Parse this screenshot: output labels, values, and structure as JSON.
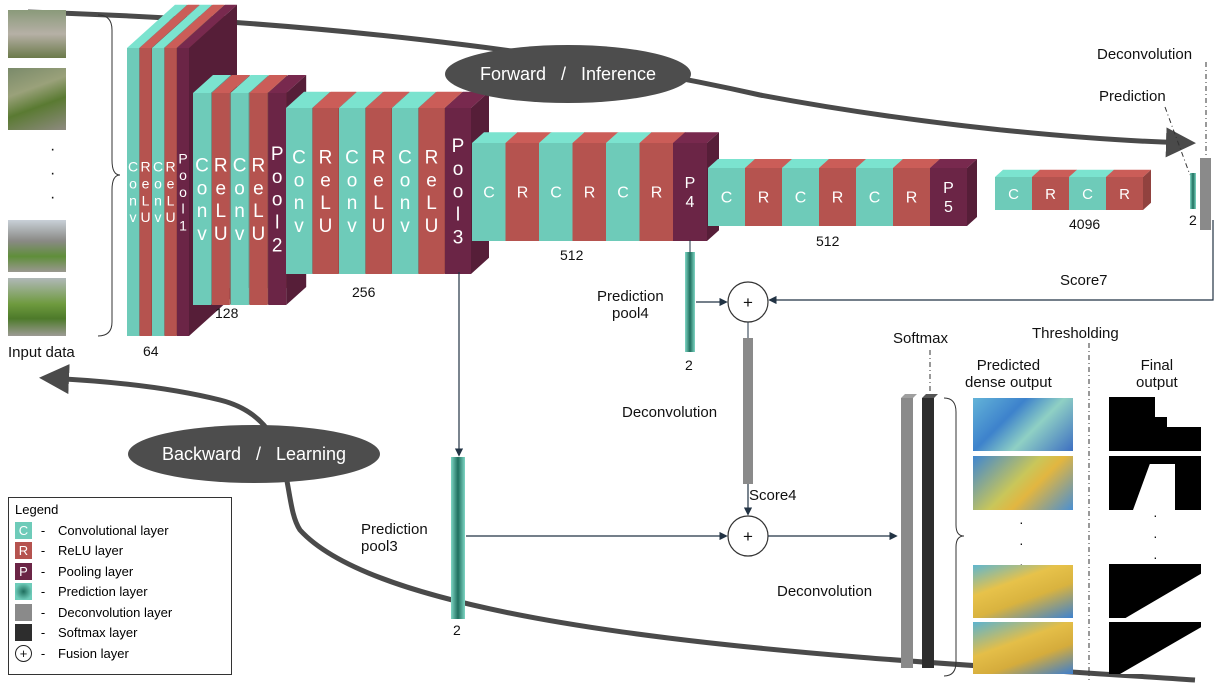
{
  "colors": {
    "conv": "#6ecbb9",
    "relu": "#b5534f",
    "pool": "#6b2546",
    "prediction": "#3aa88f",
    "deconv": "#8a8a8a",
    "softmax": "#2d2d2d",
    "arrow": "#4a4a4a",
    "ellipse": "#4d4d4d"
  },
  "labels": {
    "forward": "Forward   /   Inference",
    "backward": "Backward   /   Learning",
    "deconv_top": "Deconvolution",
    "prediction_top": "Prediction",
    "score7": "Score7",
    "prediction_pool4": "Prediction\npool4",
    "n2_pool4": "2",
    "deconv_mid": "Deconvolution",
    "score4": "Score4",
    "prediction_pool3": "Prediction\npool3",
    "n2_pool3": "2",
    "deconv_bottom": "Deconvolution",
    "softmax": "Softmax",
    "thresholding": "Thresholding",
    "predicted": "Predicted\ndense output",
    "final": "Final\noutput",
    "input": "Input data",
    "n64": "64",
    "n128": "128",
    "n256": "256",
    "n512a": "512",
    "n512b": "512",
    "n4096": "4096",
    "n2_top": "2",
    "dots": "·\n·\n·"
  },
  "layers": {
    "b1": [
      "C\no\nn\nv",
      "R\ne\nL\nU",
      "C\no\nn\nv",
      "R\ne\nL\nU",
      "P\no\no\nl\n1"
    ],
    "b2": [
      "C\no\nn\nv",
      "R\ne\nL\nU",
      "C\no\nn\nv",
      "R\ne\nL\nU",
      "P\no\no\nl\n2"
    ],
    "b3": [
      "C\no\nn\nv",
      "R\ne\nL\nU",
      "C\no\nn\nv",
      "R\ne\nL\nU",
      "C\no\nn\nv",
      "R\ne\nL\nU",
      "P\no\no\nl\n3"
    ],
    "b4": [
      "C",
      "R",
      "C",
      "R",
      "C",
      "R",
      "P\n4"
    ],
    "b5": [
      "C",
      "R",
      "C",
      "R",
      "C",
      "R",
      "P\n5"
    ],
    "b6": [
      "C",
      "R",
      "C",
      "R"
    ]
  },
  "legend": {
    "title": "Legend",
    "items": [
      {
        "sym": "C",
        "type": "conv",
        "label": "Convolutional layer"
      },
      {
        "sym": "R",
        "type": "relu",
        "label": "ReLU layer"
      },
      {
        "sym": "P",
        "type": "pool",
        "label": "Pooling layer"
      },
      {
        "sym": "",
        "type": "prediction",
        "label": "Prediction layer"
      },
      {
        "sym": "",
        "type": "deconv",
        "label": "Deconvolution layer"
      },
      {
        "sym": "",
        "type": "softmax",
        "label": "Softmax layer"
      },
      {
        "sym": "+",
        "type": "fusion",
        "label": "Fusion layer"
      }
    ],
    "dash": "-"
  }
}
